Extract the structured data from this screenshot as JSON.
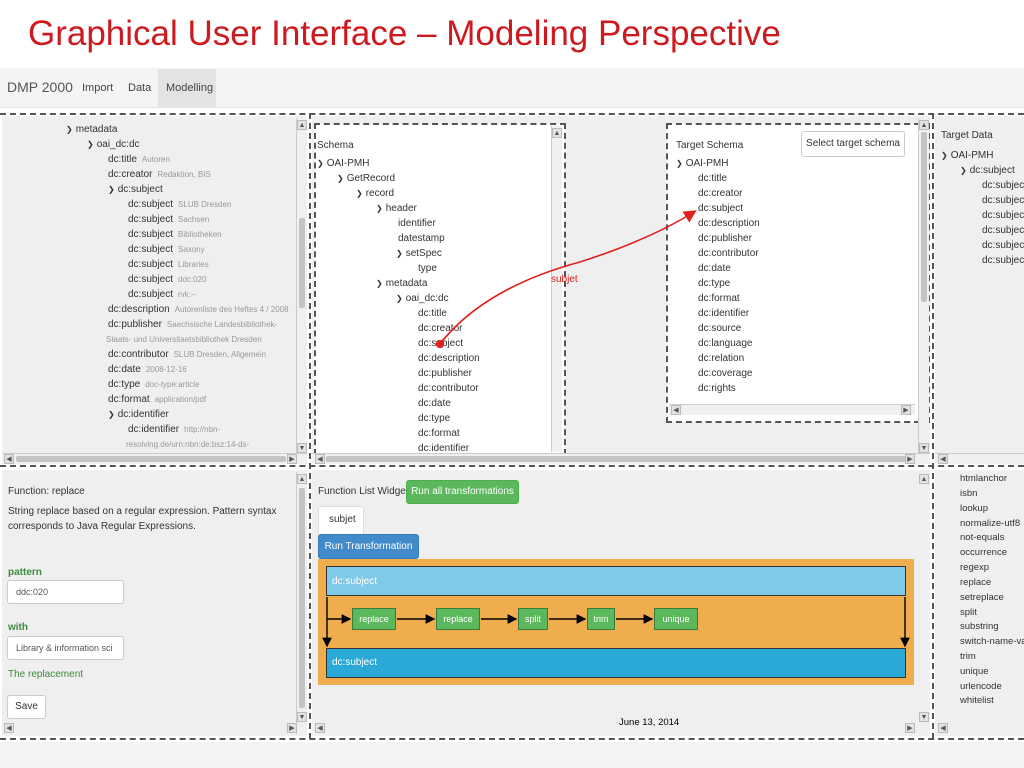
{
  "slide_title": "Graphical User Interface – Modeling Perspective",
  "navbar": {
    "brand": "DMP 2000",
    "items": [
      {
        "label": "Import",
        "active": false
      },
      {
        "label": "Data",
        "active": false
      },
      {
        "label": "Modelling",
        "active": true
      }
    ]
  },
  "source_data_tree": {
    "rows": [
      {
        "label": "metadata",
        "value": "",
        "expanded": true
      },
      {
        "label": "oai_dc:dc",
        "value": "",
        "expanded": true
      },
      {
        "label": "dc:title",
        "value": "Autoren"
      },
      {
        "label": "dc:creator",
        "value": "Redaktion, BIS"
      },
      {
        "label": "dc:subject",
        "value": "",
        "expanded": true
      },
      {
        "label": "dc:subject",
        "value": "SLUB Dresden"
      },
      {
        "label": "dc:subject",
        "value": "Sachsen"
      },
      {
        "label": "dc:subject",
        "value": "Bibliotheken"
      },
      {
        "label": "dc:subject",
        "value": "Saxony"
      },
      {
        "label": "dc:subject",
        "value": "Libraries"
      },
      {
        "label": "dc:subject",
        "value": "ddc:020"
      },
      {
        "label": "dc:subject",
        "value": "rvk:--"
      },
      {
        "label": "dc:description",
        "value": "Autorenliste des Heftes 4 / 2008"
      },
      {
        "label": "dc:publisher",
        "value": "Saechsische Landesbibliothek-"
      },
      {
        "label": "",
        "value": "Staats- und Universitaetsbibliothek Dresden"
      },
      {
        "label": "dc:contributor",
        "value": "SLUB Dresden, Allgemein"
      },
      {
        "label": "dc:date",
        "value": "2008-12-16"
      },
      {
        "label": "dc:type",
        "value": "doc-type:article"
      },
      {
        "label": "dc:format",
        "value": "application/pdf"
      },
      {
        "label": "dc:identifier",
        "value": "",
        "expanded": true
      },
      {
        "label": "dc:identifier",
        "value": "http://nbn-"
      },
      {
        "label": "",
        "value": "resolving.de/urn:nbn:de:bsz:14-ds-"
      }
    ]
  },
  "schema_panel": {
    "title": "Schema",
    "rows": [
      {
        "label": "OAI-PMH",
        "expanded": true
      },
      {
        "label": "GetRecord",
        "expanded": true
      },
      {
        "label": "record",
        "expanded": true
      },
      {
        "label": "header",
        "expanded": true
      },
      {
        "label": "identifier"
      },
      {
        "label": "datestamp"
      },
      {
        "label": "setSpec",
        "expanded": true
      },
      {
        "label": "type"
      },
      {
        "label": "metadata",
        "expanded": true
      },
      {
        "label": "oai_dc:dc",
        "expanded": true
      },
      {
        "label": "dc:title"
      },
      {
        "label": "dc:creator"
      },
      {
        "label": "dc:subject"
      },
      {
        "label": "dc:description"
      },
      {
        "label": "dc:publisher"
      },
      {
        "label": "dc:contributor"
      },
      {
        "label": "dc:date"
      },
      {
        "label": "dc:type"
      },
      {
        "label": "dc:format"
      },
      {
        "label": "dc:identifier"
      }
    ]
  },
  "mapping": {
    "label": "subjet",
    "color": "#e0201a"
  },
  "target_schema": {
    "title": "Target Schema",
    "select_button": "Select target schema",
    "rows": [
      {
        "label": "OAI-PMH",
        "expanded": true
      },
      {
        "label": "dc:title"
      },
      {
        "label": "dc:creator"
      },
      {
        "label": "dc:subject"
      },
      {
        "label": "dc:description"
      },
      {
        "label": "dc:publisher"
      },
      {
        "label": "dc:contributor"
      },
      {
        "label": "dc:date"
      },
      {
        "label": "dc:type"
      },
      {
        "label": "dc:format"
      },
      {
        "label": "dc:identifier"
      },
      {
        "label": "dc:source"
      },
      {
        "label": "dc:language"
      },
      {
        "label": "dc:relation"
      },
      {
        "label": "dc:coverage"
      },
      {
        "label": "dc:rights"
      }
    ]
  },
  "target_data": {
    "title": "Target Data",
    "rows": [
      {
        "label": "OAI-PMH",
        "expanded": true
      },
      {
        "label": "dc:subject",
        "expanded": true
      },
      {
        "label": "dc:subject"
      },
      {
        "label": "dc:subject"
      },
      {
        "label": "dc:subject"
      },
      {
        "label": "dc:subject"
      },
      {
        "label": "dc:subject"
      },
      {
        "label": "dc:subject"
      }
    ]
  },
  "function_panel": {
    "title": "Function: replace",
    "description_line1": "String replace based on a regular expression. Pattern syntax",
    "description_line2": "corresponds to Java Regular Expressions.",
    "pattern_label": "pattern",
    "pattern_value": "ddc:020",
    "with_label": "with",
    "with_value": "Library & information sci",
    "replacement_hint": "The replacement",
    "save_button": "Save"
  },
  "function_list": {
    "title": "Function List Widget",
    "run_all_button": "Run all transformations",
    "tab_label": "subjet",
    "run_button": "Run Transformation",
    "input_field": "dc:subject",
    "output_field": "dc:subject",
    "functions": [
      "replace",
      "replace",
      "split",
      "trim",
      "unique"
    ],
    "colors": {
      "container": "#f0ad4e",
      "input_bar": "#7ecae8",
      "output_bar": "#2ba9d6",
      "function": "#5cb85c"
    }
  },
  "function_names": [
    "htmlanchor",
    "isbn",
    "lookup",
    "normalize-utf8",
    "not-equals",
    "occurrence",
    "regexp",
    "replace",
    "setreplace",
    "split",
    "substring",
    "switch-name-va",
    "trim",
    "unique",
    "urlencode",
    "whitelist"
  ],
  "footer_date": "June 13, 2014"
}
